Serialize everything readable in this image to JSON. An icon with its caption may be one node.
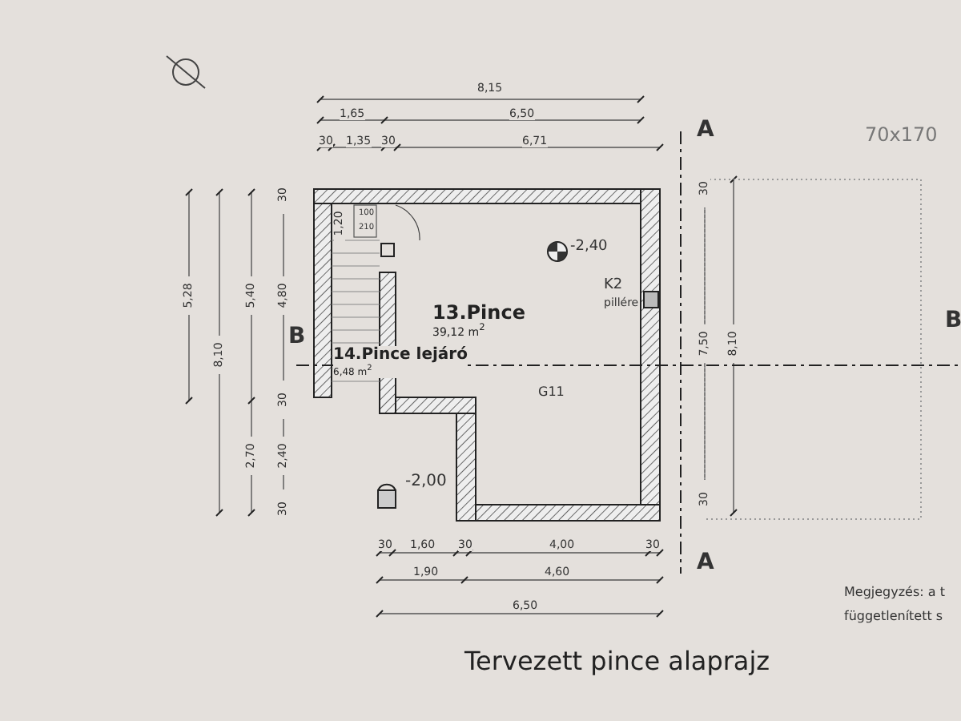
{
  "diagram": {
    "title": "Tervezett pince alaprajz",
    "nodes": [
      {
        "text": [
          "13.Pince",
          "39,12 m$^{2}$"
        ]
      },
      {
        "text": [
          "14.Pince lejáró",
          "6,48 m$^{2}$"
        ]
      }
    ],
    "edges": [],
    "labels": [
      "8,15",
      "1,65",
      "6,50",
      "30",
      "1,35",
      "30",
      "6,71",
      "A",
      "70x170",
      "5,28",
      "8,10",
      "5,40",
      "4,80",
      "30",
      "1,20",
      "100",
      "210",
      "-2,40",
      "K2",
      "pillére",
      "B",
      "B",
      "30",
      "2,70",
      "2,40",
      "G11",
      "30",
      "-2,00",
      "7,50",
      "8,10",
      "30",
      "30",
      "30",
      "1,60",
      "30",
      "4,00",
      "30",
      "1,90",
      "4,60",
      "6,50",
      "A",
      "Megjegyzés: a t",
      "függetlenített s"
    ]
  }
}
